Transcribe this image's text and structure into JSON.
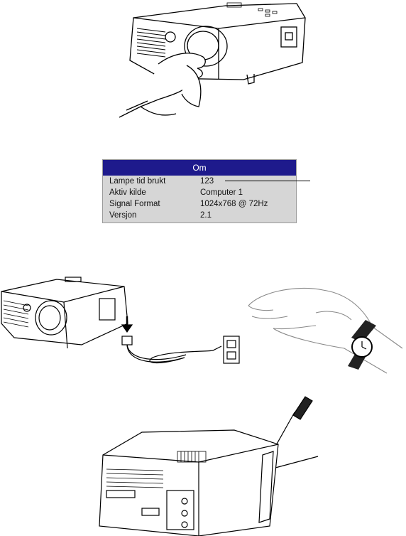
{
  "menu": {
    "title": "Om",
    "rows": [
      {
        "label": "Lampe tid brukt",
        "value": "123"
      },
      {
        "label": "Aktiv kilde",
        "value": "Computer 1"
      },
      {
        "label": "Signal Format",
        "value": "1024x768 @ 72Hz"
      },
      {
        "label": "Versjon",
        "value": "2.1"
      }
    ]
  },
  "colors": {
    "menu_title_bg": "#1e1a8c",
    "menu_body_bg": "#d6d6d6"
  },
  "illustrations": [
    "projector-lens-cleaning",
    "projector-power-unplug",
    "hand-with-wristwatch",
    "screwdriver-lamp-door"
  ]
}
